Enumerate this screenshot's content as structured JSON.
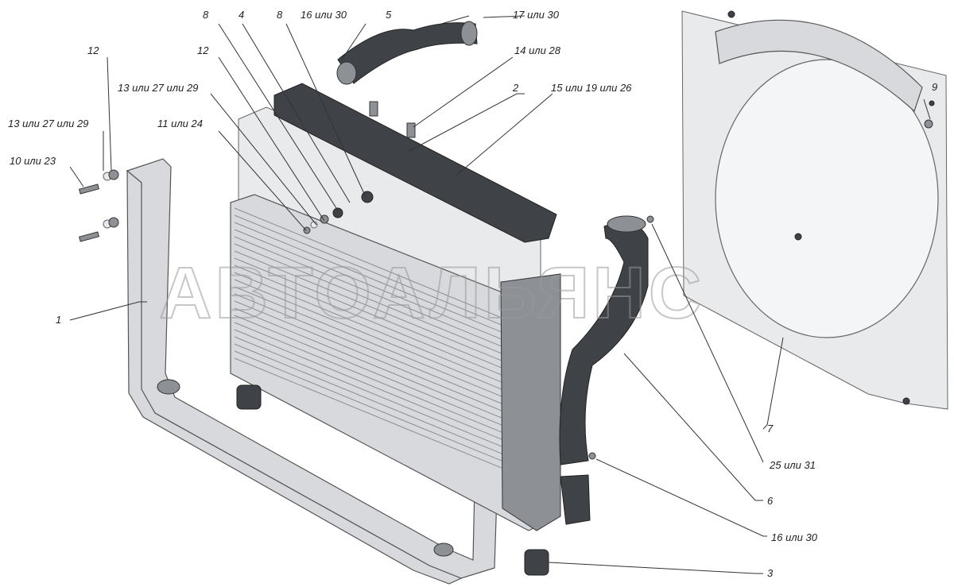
{
  "watermark": "АВТОАЛЬЯНС",
  "callouts": {
    "c1": "1",
    "c2": "2",
    "c3": "3",
    "c4": "4",
    "c5": "5",
    "c6": "6",
    "c7": "7",
    "c8a": "8",
    "c8b": "8",
    "c9": "9",
    "c10_23": "10 или 23",
    "c11_24": "11 или 24",
    "c12a": "12",
    "c12b": "12",
    "c13a": "13 или 27 или 29",
    "c13b": "13 или 27 или 29",
    "c14_28": "14 или 28",
    "c15_19_26": "15 или 19 или 26",
    "c16a": "16 или 30",
    "c16b": "16 или 30",
    "c17_30": "17 или 30",
    "c25_31": "25 или 31"
  },
  "colors": {
    "steel": "#d7d9dc",
    "rubber": "#3f4347",
    "line": "#333333"
  }
}
